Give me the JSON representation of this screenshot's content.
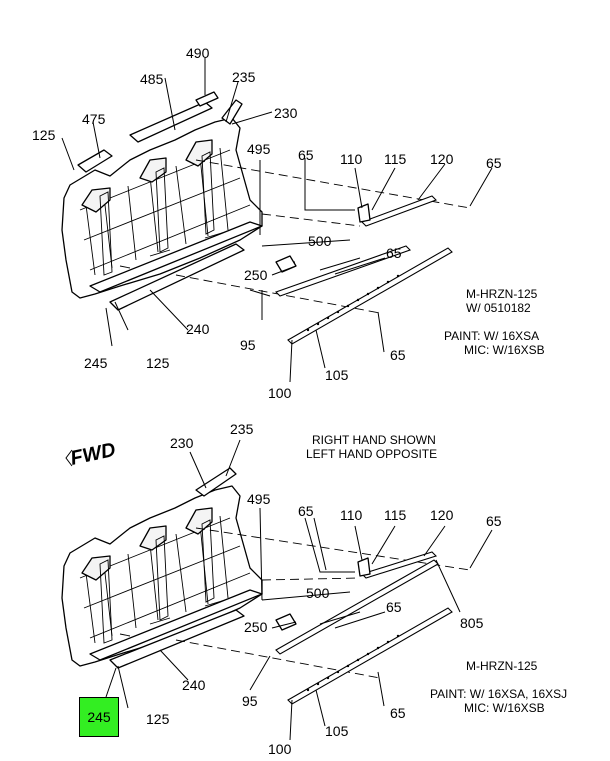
{
  "top": {
    "callouts": {
      "c490": "490",
      "c485": "485",
      "c235": "235",
      "c230": "230",
      "c475": "475",
      "c125a": "125",
      "c495": "495",
      "c65a": "65",
      "c110": "110",
      "c115": "115",
      "c120": "120",
      "c65b": "65",
      "c500": "500",
      "c65c": "65",
      "c250": "250",
      "c240": "240",
      "c245": "245",
      "c125b": "125",
      "c95": "95",
      "c65d": "65",
      "c105": "105",
      "c100": "100"
    },
    "notes": [
      "M-HRZN-125",
      "W/ 0510182",
      "PAINT: W/ 16XSA",
      "MIC: W/16XSB"
    ]
  },
  "bottom": {
    "direction_label": "FWD",
    "hand_note": [
      "RIGHT HAND SHOWN",
      "LEFT HAND OPPOSITE"
    ],
    "callouts": {
      "c230": "230",
      "c235": "235",
      "c495": "495",
      "c65a": "65",
      "c110": "110",
      "c115": "115",
      "c120": "120",
      "c65b": "65",
      "c500": "500",
      "c65c": "65",
      "c250": "250",
      "c805": "805",
      "c240": "240",
      "c245": "245",
      "c125": "125",
      "c95": "95",
      "c65d": "65",
      "c105": "105",
      "c100": "100"
    },
    "notes": [
      "M-HRZN-125",
      "PAINT: W/ 16XSA, 16XSJ",
      "MIC: W/16XSB"
    ],
    "highlight_color": "#33ee22"
  }
}
